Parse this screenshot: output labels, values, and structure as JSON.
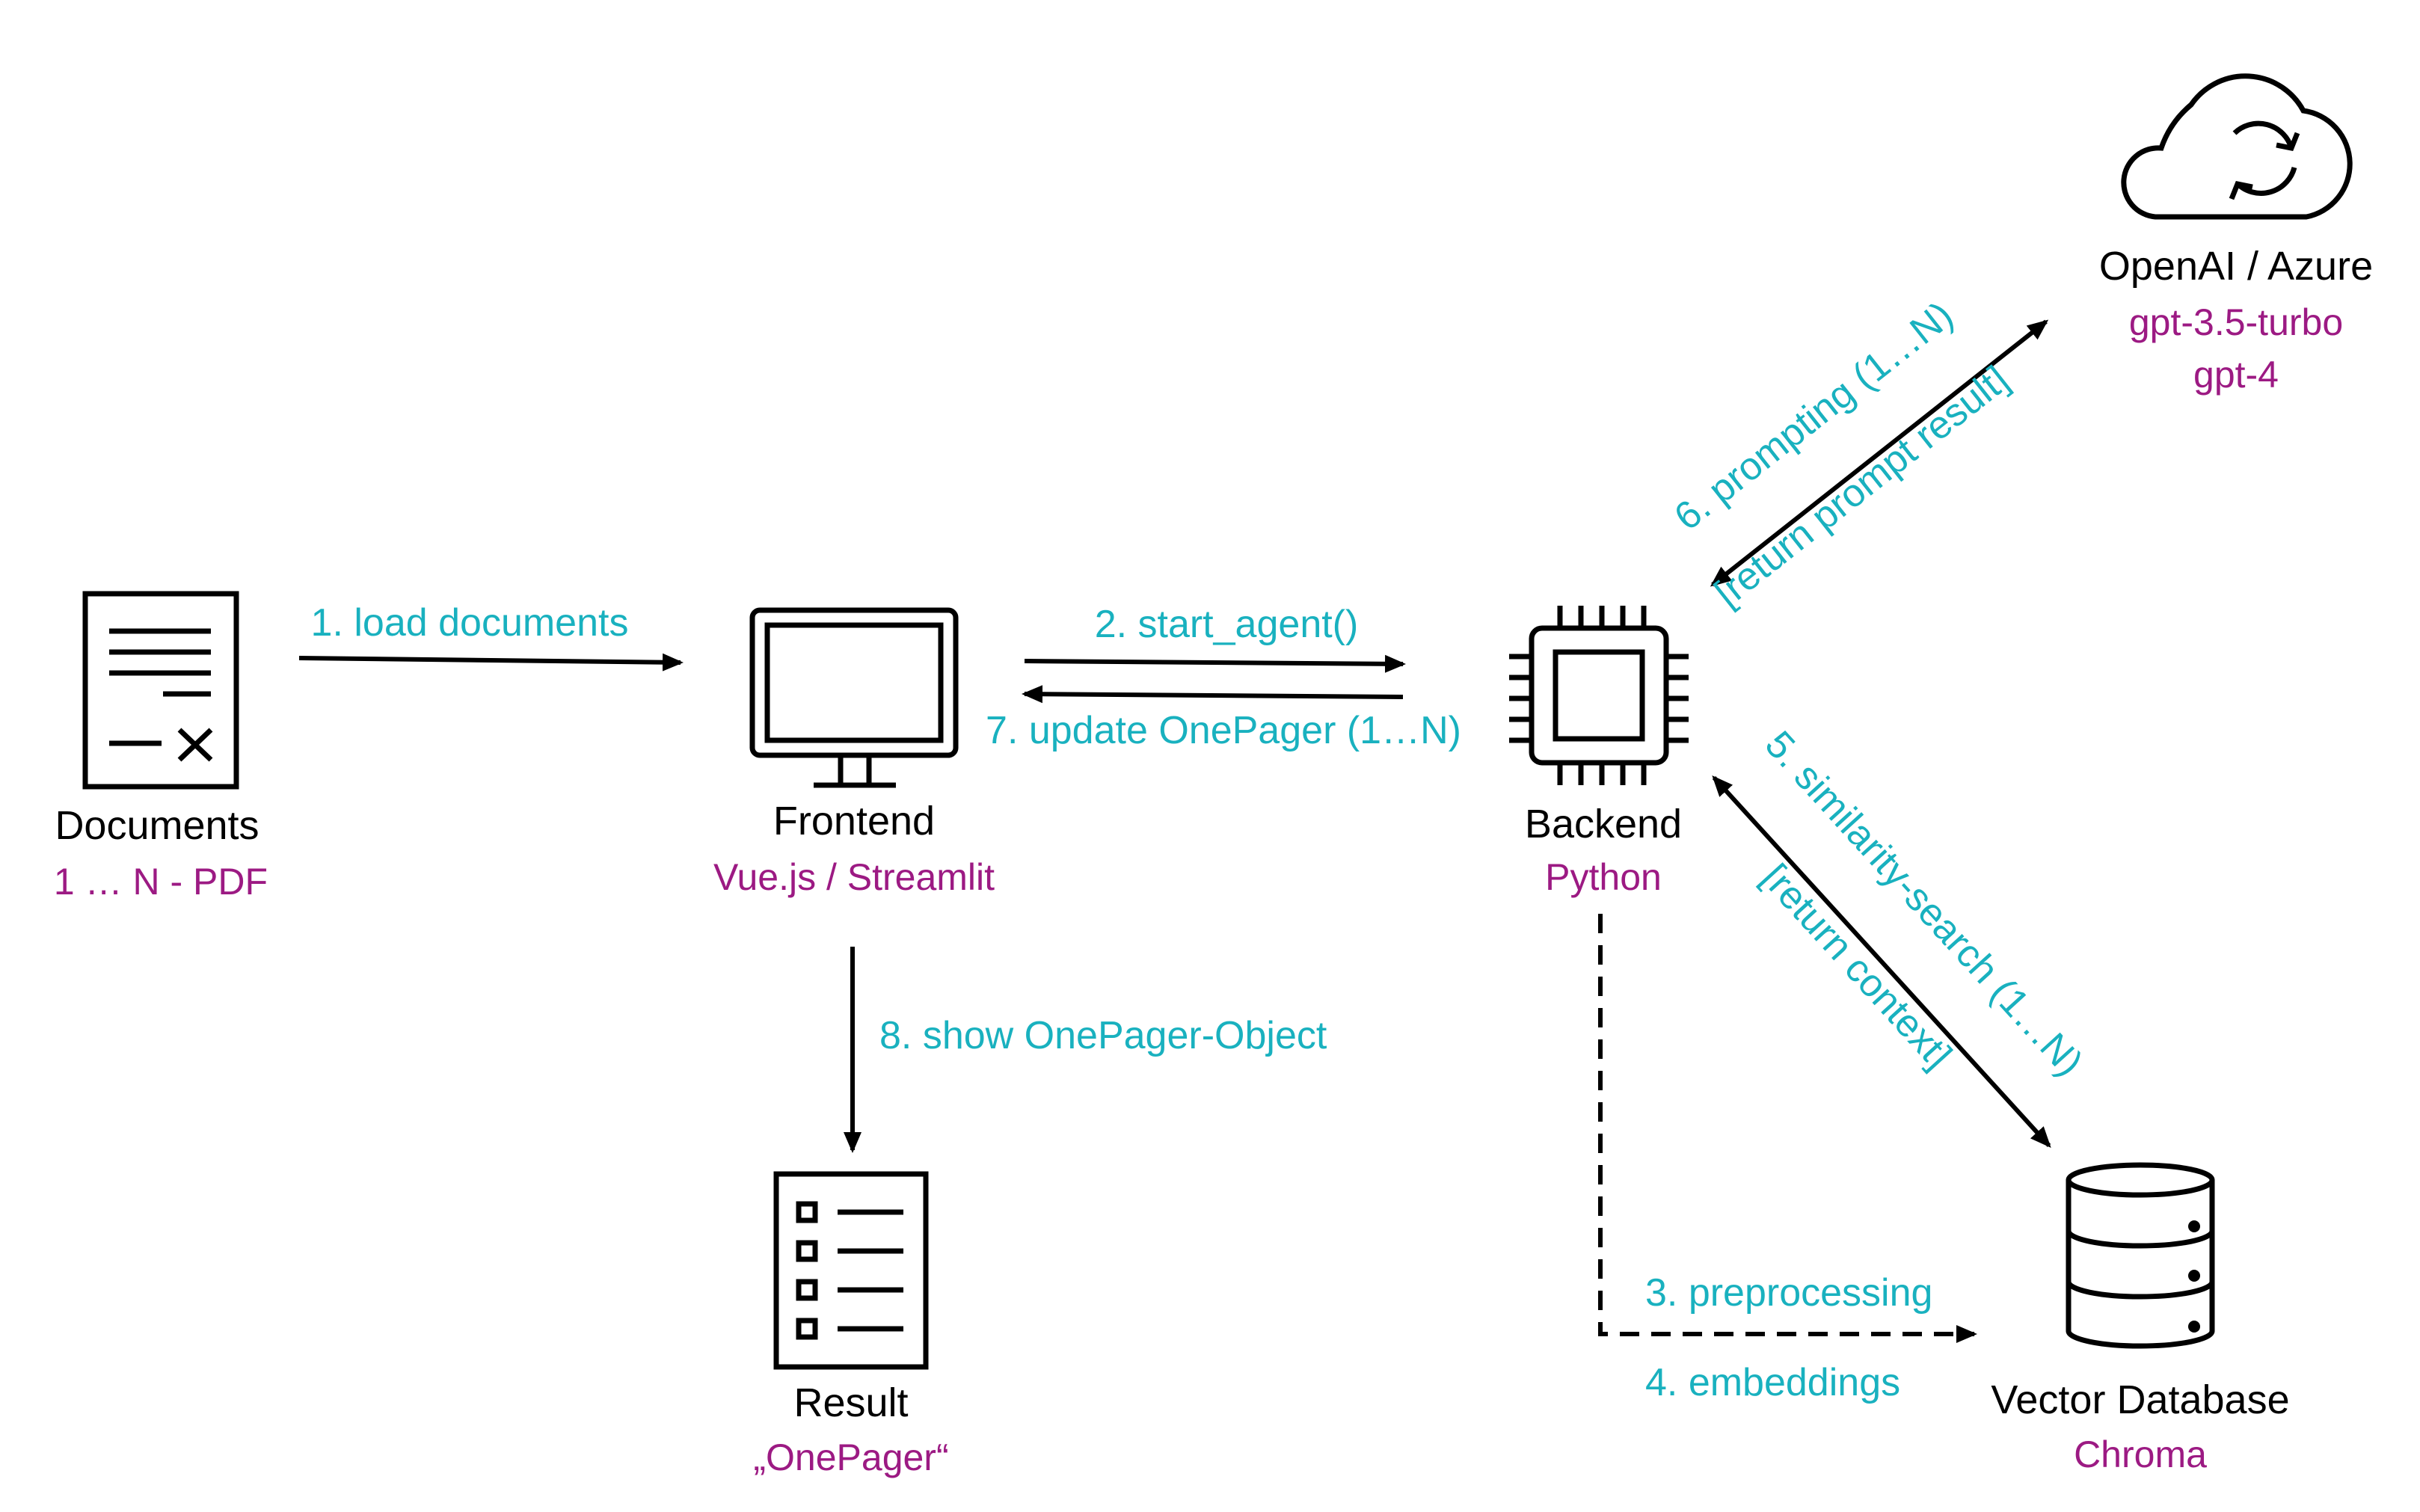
{
  "nodes": {
    "documents": {
      "name": "Documents",
      "sub": "1 … N - PDF"
    },
    "frontend": {
      "name": "Frontend",
      "sub": "Vue.js / Streamlit"
    },
    "backend": {
      "name": "Backend",
      "sub": "Python"
    },
    "openai": {
      "name": "OpenAI / Azure",
      "sub1": "gpt-3.5-turbo",
      "sub2": "gpt-4"
    },
    "vectordb": {
      "name": "Vector Database",
      "sub": "Chroma"
    },
    "result": {
      "name": "Result",
      "sub": "„OnePager“"
    }
  },
  "steps": {
    "s1": "1. load documents",
    "s2": "2. start_agent()",
    "s3": "3. preprocessing",
    "s4": "4. embeddings",
    "s5": "5. similarity-search (1…N)",
    "s5b": "[return context]",
    "s6": "6. prompting (1…N)",
    "s6b": "[return prompt result]",
    "s7": "7. update OnePager (1…N)",
    "s8": "8. show OnePager-Object"
  },
  "colors": {
    "label": "#000000",
    "subtitle": "#9c1a83",
    "step": "#19b1bf",
    "line": "#000000"
  },
  "icons": {
    "documents": "document-icon",
    "frontend": "monitor-icon",
    "backend": "cpu-icon",
    "openai": "cloud-sync-icon",
    "vectordb": "database-icon",
    "result": "checklist-icon"
  }
}
